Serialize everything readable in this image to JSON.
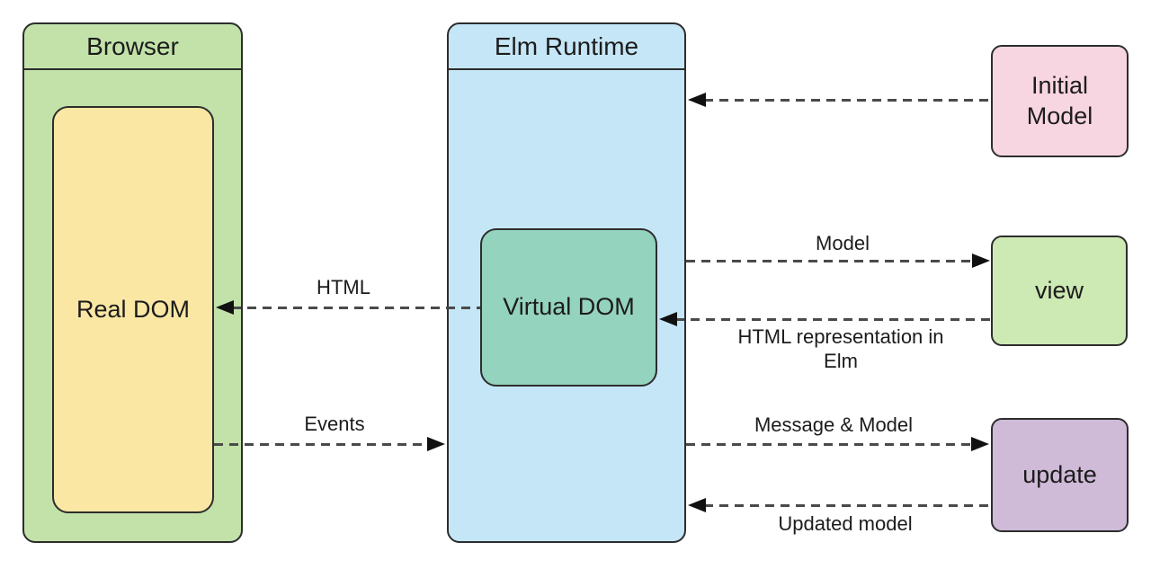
{
  "containers": {
    "browser": {
      "title": "Browser",
      "fill": "#c2e2a9"
    },
    "elm_runtime": {
      "title": "Elm Runtime",
      "fill": "#c5e6f7"
    }
  },
  "nodes": {
    "real_dom": {
      "label": "Real DOM",
      "fill": "#fae7a4",
      "parent": "Browser"
    },
    "virtual_dom": {
      "label": "Virtual DOM",
      "fill": "#94d3bd",
      "parent": "Elm Runtime"
    },
    "initial_model": {
      "label": "Initial Model",
      "fill": "#f8d6e1"
    },
    "view": {
      "label": "view",
      "fill": "#cde9b4"
    },
    "update": {
      "label": "update",
      "fill": "#cfbad7"
    }
  },
  "arrows": {
    "initial_model_to_runtime": {
      "from": "Initial Model",
      "to": "Elm Runtime",
      "label": "",
      "style": "dashed"
    },
    "model": {
      "from": "Elm Runtime",
      "to": "view",
      "label": "Model",
      "style": "dashed"
    },
    "html_representation": {
      "from": "view",
      "to": "Virtual DOM",
      "label": "HTML representation in Elm",
      "style": "dashed"
    },
    "html": {
      "from": "Virtual DOM",
      "to": "Real DOM",
      "label": "HTML",
      "style": "dashed"
    },
    "events": {
      "from": "Real DOM",
      "to": "Elm Runtime",
      "label": "Events",
      "style": "dashed"
    },
    "message_model": {
      "from": "Elm Runtime",
      "to": "update",
      "label": "Message & Model",
      "style": "dashed"
    },
    "updated_model": {
      "from": "update",
      "to": "Elm Runtime",
      "label": "Updated model",
      "style": "dashed"
    }
  },
  "colors": {
    "background": "#ffffff",
    "box_border": "#2d2d2d",
    "arrow_line": "#4a4a4a",
    "arrowhead": "#111111",
    "text": "#1c1c1c"
  }
}
